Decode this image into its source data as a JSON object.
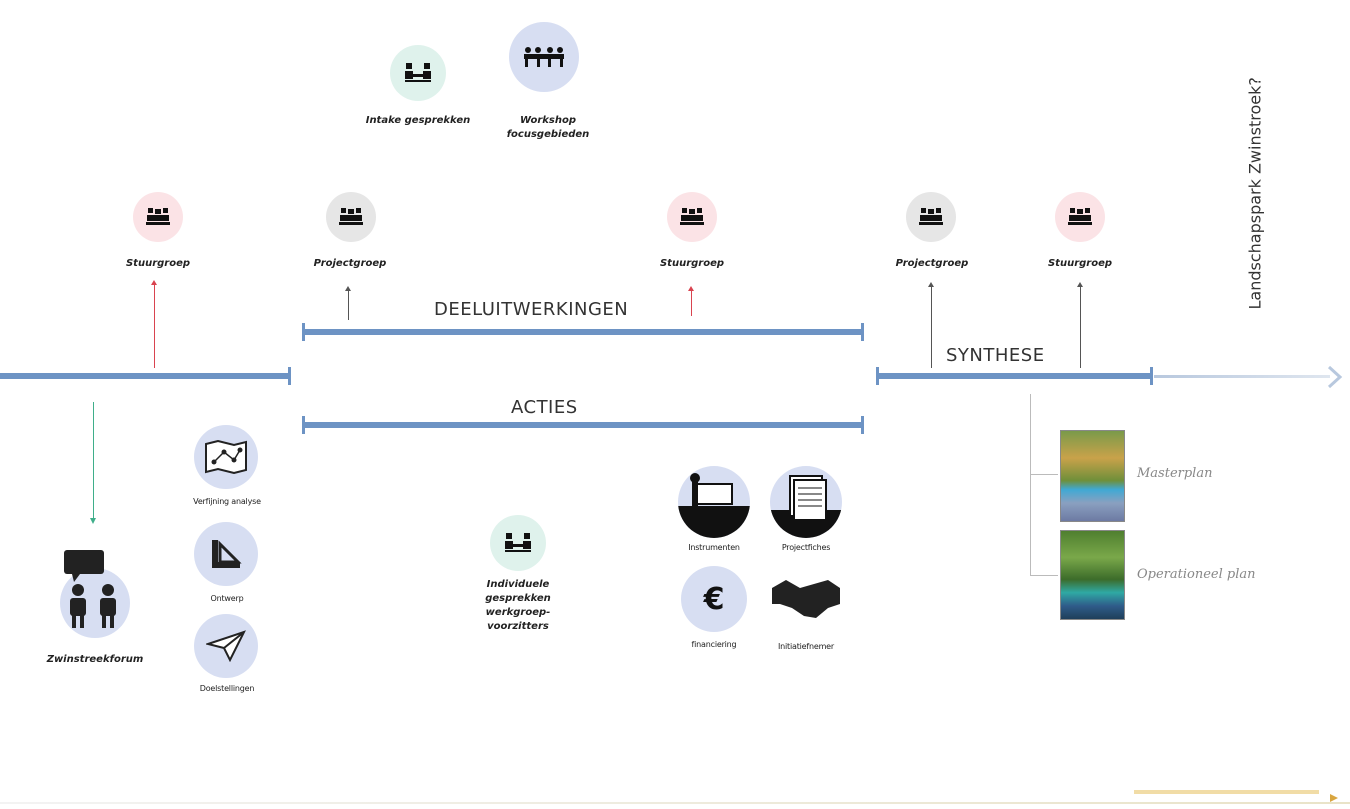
{
  "top": {
    "intake": "Intake gesprekken",
    "workshop": "Workshop focusgebieden"
  },
  "meetings": [
    {
      "label": "Stuurgroep"
    },
    {
      "label": "Projectgroep"
    },
    {
      "label": "Stuurgroep"
    },
    {
      "label": "Projectgroep"
    },
    {
      "label": "Stuurgroep"
    }
  ],
  "phases": {
    "deeluitwerkingen": "DEELUITWERKINGEN",
    "acties": "ACTIES",
    "synthese": "SYNTHESE"
  },
  "vertical_title": "Landschapspark Zwinstroek?",
  "forum": "Zwinstreekforum",
  "analysis": {
    "verfijning": "Verfijning analyse",
    "ontwerp": "Ontwerp",
    "doelstellingen": "Doelstellingen"
  },
  "individueel": "Individuele gesprekken werkgroep-voorzitters",
  "tools": {
    "instrumenten": "Instrumenten",
    "projectfiches": "Projectfiches",
    "financiering": "financiering",
    "initiatiefnemer": "Initiatiefnemer"
  },
  "outputs": {
    "masterplan": "Masterplan",
    "operationeel": "Operationeel plan"
  },
  "colors": {
    "bar": "#6d93c4",
    "pink": "#fbe3e6",
    "grey": "#e6e6e6",
    "mint": "#dff2ec",
    "lightblue": "#d7def2",
    "red_arrow": "#d9434f"
  }
}
